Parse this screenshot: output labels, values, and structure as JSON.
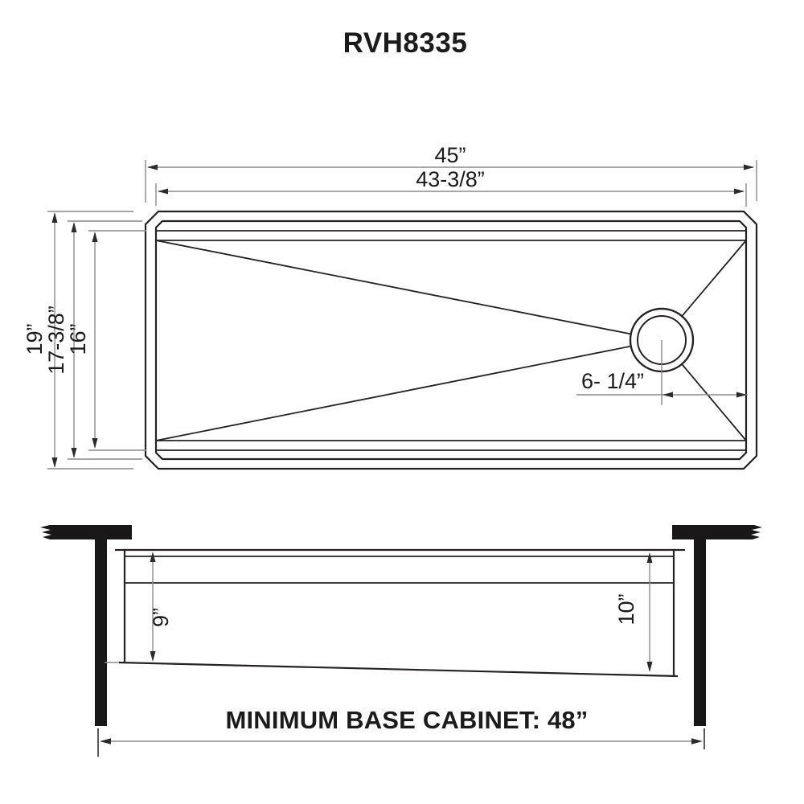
{
  "title": "RVH8335",
  "top_view": {
    "dim_overall_width": "45”",
    "dim_inner_width": "43-3/8”",
    "dim_overall_depth": "19”",
    "dim_inner_depth": "17-3/8”",
    "dim_bowl_depth": "16”",
    "dim_drain_offset": "6- 1/4”"
  },
  "section_view": {
    "dim_depth_left": "9”",
    "dim_depth_right": "10”",
    "cabinet_note": "MINIMUM BASE CABINET: 48”"
  },
  "colors": {
    "drawing_line": "#262122",
    "dimension_line": "#8a8a8a",
    "text": "#1c1a1b",
    "background": "#ffffff"
  }
}
